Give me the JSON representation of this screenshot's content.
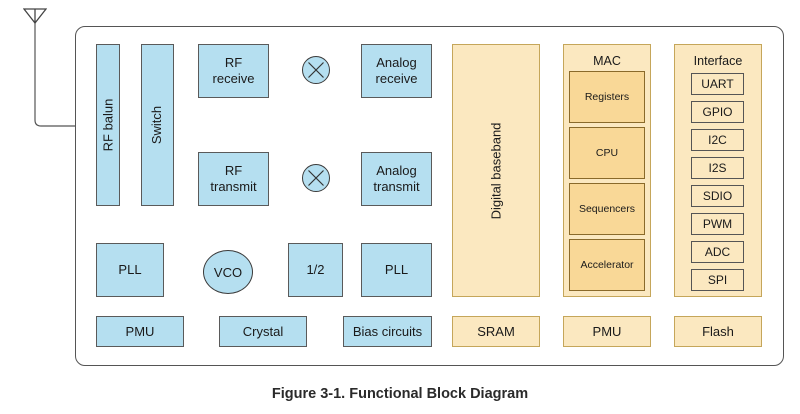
{
  "colors": {
    "rf_blocks": "#b5dff0",
    "digital_panels": "#fbe8c0",
    "mac_sub_blocks": "#f9d897",
    "outline": "#555555"
  },
  "icons": {
    "antenna": "antenna-icon",
    "mixer": "mixer-icon"
  },
  "rf": {
    "rf_balun": "RF balun",
    "switch": "Switch",
    "rf_receive": [
      "RF",
      "receive"
    ],
    "rf_transmit": [
      "RF",
      "transmit"
    ],
    "analog_receive": [
      "Analog",
      "receive"
    ],
    "analog_transmit": [
      "Analog",
      "transmit"
    ],
    "pll_left": "PLL",
    "vco": "VCO",
    "divider": "1/2",
    "pll_right": "PLL",
    "pmu": "PMU",
    "crystal": "Crystal",
    "bias": "Bias circuits"
  },
  "baseband": {
    "label": "Digital baseband",
    "sram": "SRAM"
  },
  "mac": {
    "title": "MAC",
    "items": [
      "Registers",
      "CPU",
      "Sequencers",
      "Accelerator"
    ],
    "pmu": "PMU"
  },
  "interface": {
    "title": "Interface",
    "items": [
      "UART",
      "GPIO",
      "I2C",
      "I2S",
      "SDIO",
      "PWM",
      "ADC",
      "SPI"
    ],
    "flash": "Flash"
  },
  "caption": "Figure 3-1. Functional Block Diagram"
}
